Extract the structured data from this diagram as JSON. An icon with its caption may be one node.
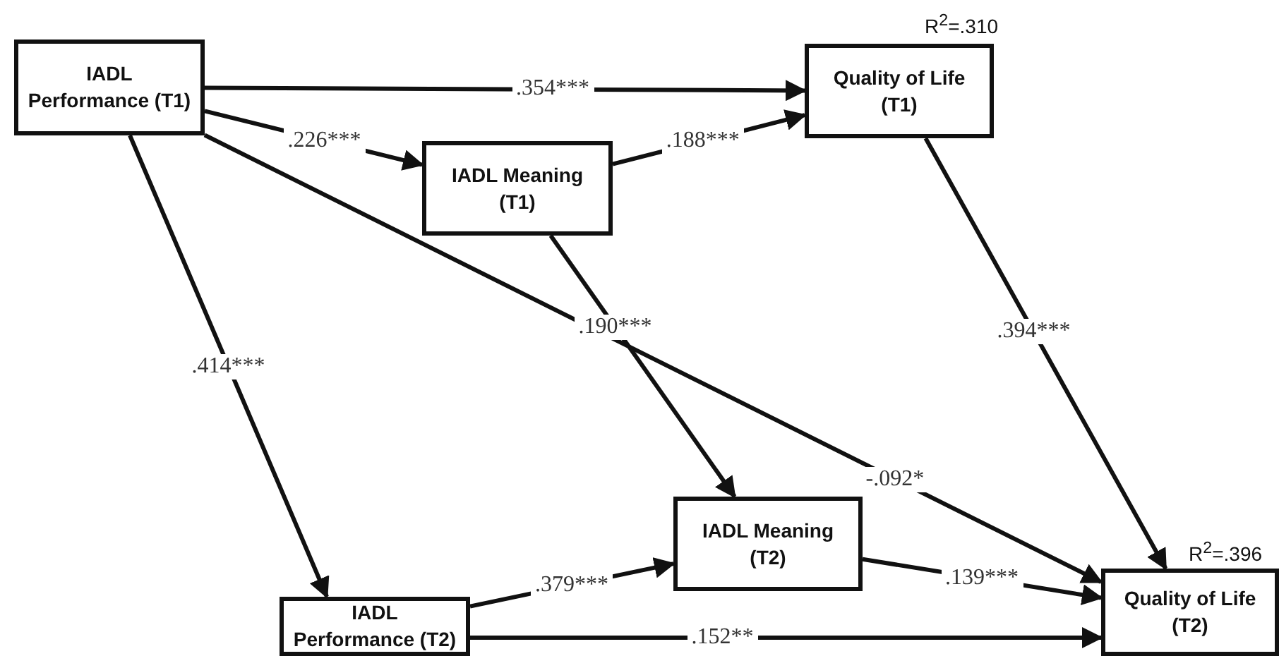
{
  "diagram": {
    "nodes": [
      {
        "text": [
          "IADL Performance (T1)"
        ]
      },
      {
        "text": [
          "Quality of Life (T1)"
        ],
        "beside": [
          "R$^{2}$=.310"
        ]
      },
      {
        "text": [
          "IADL Meaning (T1)"
        ]
      },
      {
        "text": [
          "IADL Meaning (T2)"
        ]
      },
      {
        "text": [
          "IADL Performance (T2)"
        ]
      },
      {
        "text": [
          "Quality of Life (T2)"
        ],
        "beside": [
          "R$^{2}$=.396"
        ]
      }
    ],
    "edges": [
      {
        "from": 0,
        "to": 1,
        "arrow": "to",
        "label": ".354***"
      },
      {
        "from": 0,
        "to": 2,
        "arrow": "to",
        "label": ".226***"
      },
      {
        "from": 2,
        "to": 1,
        "arrow": "to",
        "label": ".188***"
      },
      {
        "from": 0,
        "to": 4,
        "arrow": "to",
        "label": ".414***"
      },
      {
        "from": 0,
        "to": 5,
        "arrow": "to",
        "label": "-.092*"
      },
      {
        "from": 2,
        "to": 3,
        "arrow": "to",
        "label": ".190***"
      },
      {
        "from": 1,
        "to": 5,
        "arrow": "to",
        "label": ".394***"
      },
      {
        "from": 4,
        "to": 3,
        "arrow": "to",
        "label": ".379***"
      },
      {
        "from": 3,
        "to": 5,
        "arrow": "to",
        "label": ".139***"
      },
      {
        "from": 4,
        "to": 5,
        "arrow": "to",
        "label": ".152**"
      }
    ]
  }
}
